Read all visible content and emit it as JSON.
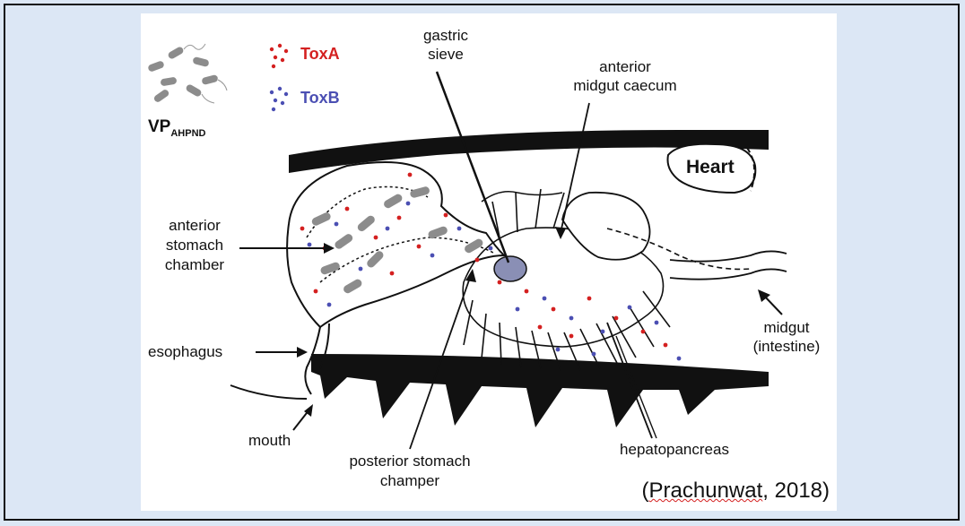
{
  "legend": {
    "toxA": "ToxA",
    "toxB": "ToxB",
    "vp_main": "VP",
    "vp_sub": "AHPND",
    "colors": {
      "toxA": "#d42020",
      "toxB": "#4b4fb3",
      "bacteria": "#8c8c8c"
    }
  },
  "labels": {
    "gastric_sieve": [
      "gastric",
      "sieve"
    ],
    "anterior_midgut_caecum": [
      "anterior",
      "midgut caecum"
    ],
    "heart": "Heart",
    "anterior_stomach_chamber": [
      "anterior",
      "stomach",
      "chamber"
    ],
    "esophagus": "esophagus",
    "mouth": "mouth",
    "posterior_stomach_champer": [
      "posterior stomach",
      "champer"
    ],
    "hepatopancreas": "hepatopancreas",
    "midgut_intestine": [
      "midgut",
      "(intestine)"
    ]
  },
  "citation": {
    "open": "(",
    "author": "Prachunwat",
    "rest": ", 2018)"
  }
}
